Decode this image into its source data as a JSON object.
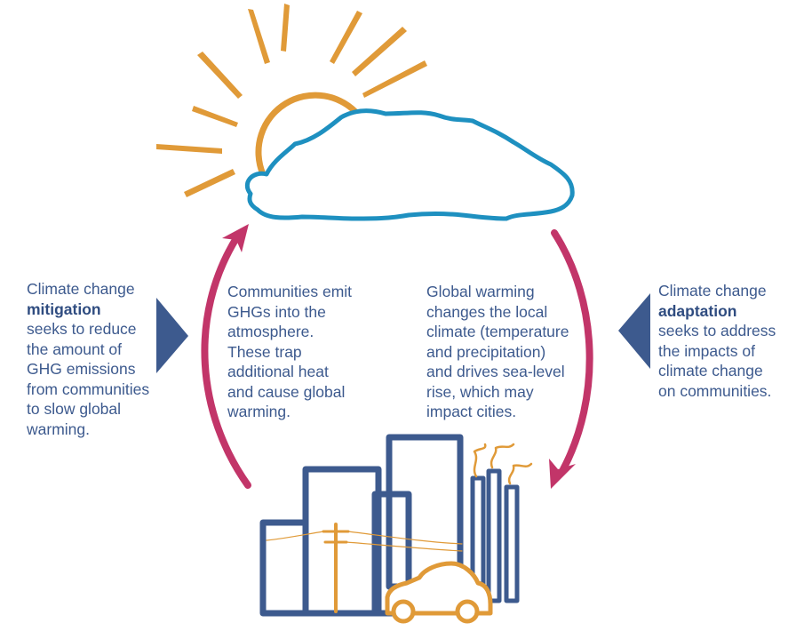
{
  "colors": {
    "sun": "#e09a38",
    "cloud": "#1e90c0",
    "arrow": "#c23569",
    "building": "#3d5a8e",
    "car": "#e09a38",
    "text": "#3d5a8e"
  },
  "mitigation": {
    "line1": "Climate change",
    "keyword": "mitigation",
    "lines": [
      "seeks to reduce",
      "the amount of",
      "GHG emissions",
      "from communities",
      "to slow global",
      "warming."
    ]
  },
  "emissions": {
    "lines": [
      "Communities emit",
      "GHGs into the",
      "atmosphere.",
      "These trap",
      "additional heat",
      "and cause global",
      "warming."
    ]
  },
  "warming": {
    "lines": [
      "Global warming",
      "changes the local",
      "climate (temperature",
      "and precipitation)",
      "and drives sea-level",
      "rise, which may",
      "impact cities."
    ]
  },
  "adaptation": {
    "line1": "Climate change",
    "keyword": "adaptation",
    "lines": [
      "seeks to address",
      "the impacts of",
      "climate change",
      "on communities."
    ]
  },
  "icons": [
    "sun-icon",
    "cloud-icon",
    "city-icon",
    "car-icon",
    "smokestack-icon",
    "power-pole-icon",
    "cycle-arrow-icon",
    "pointer-triangle-icon"
  ]
}
